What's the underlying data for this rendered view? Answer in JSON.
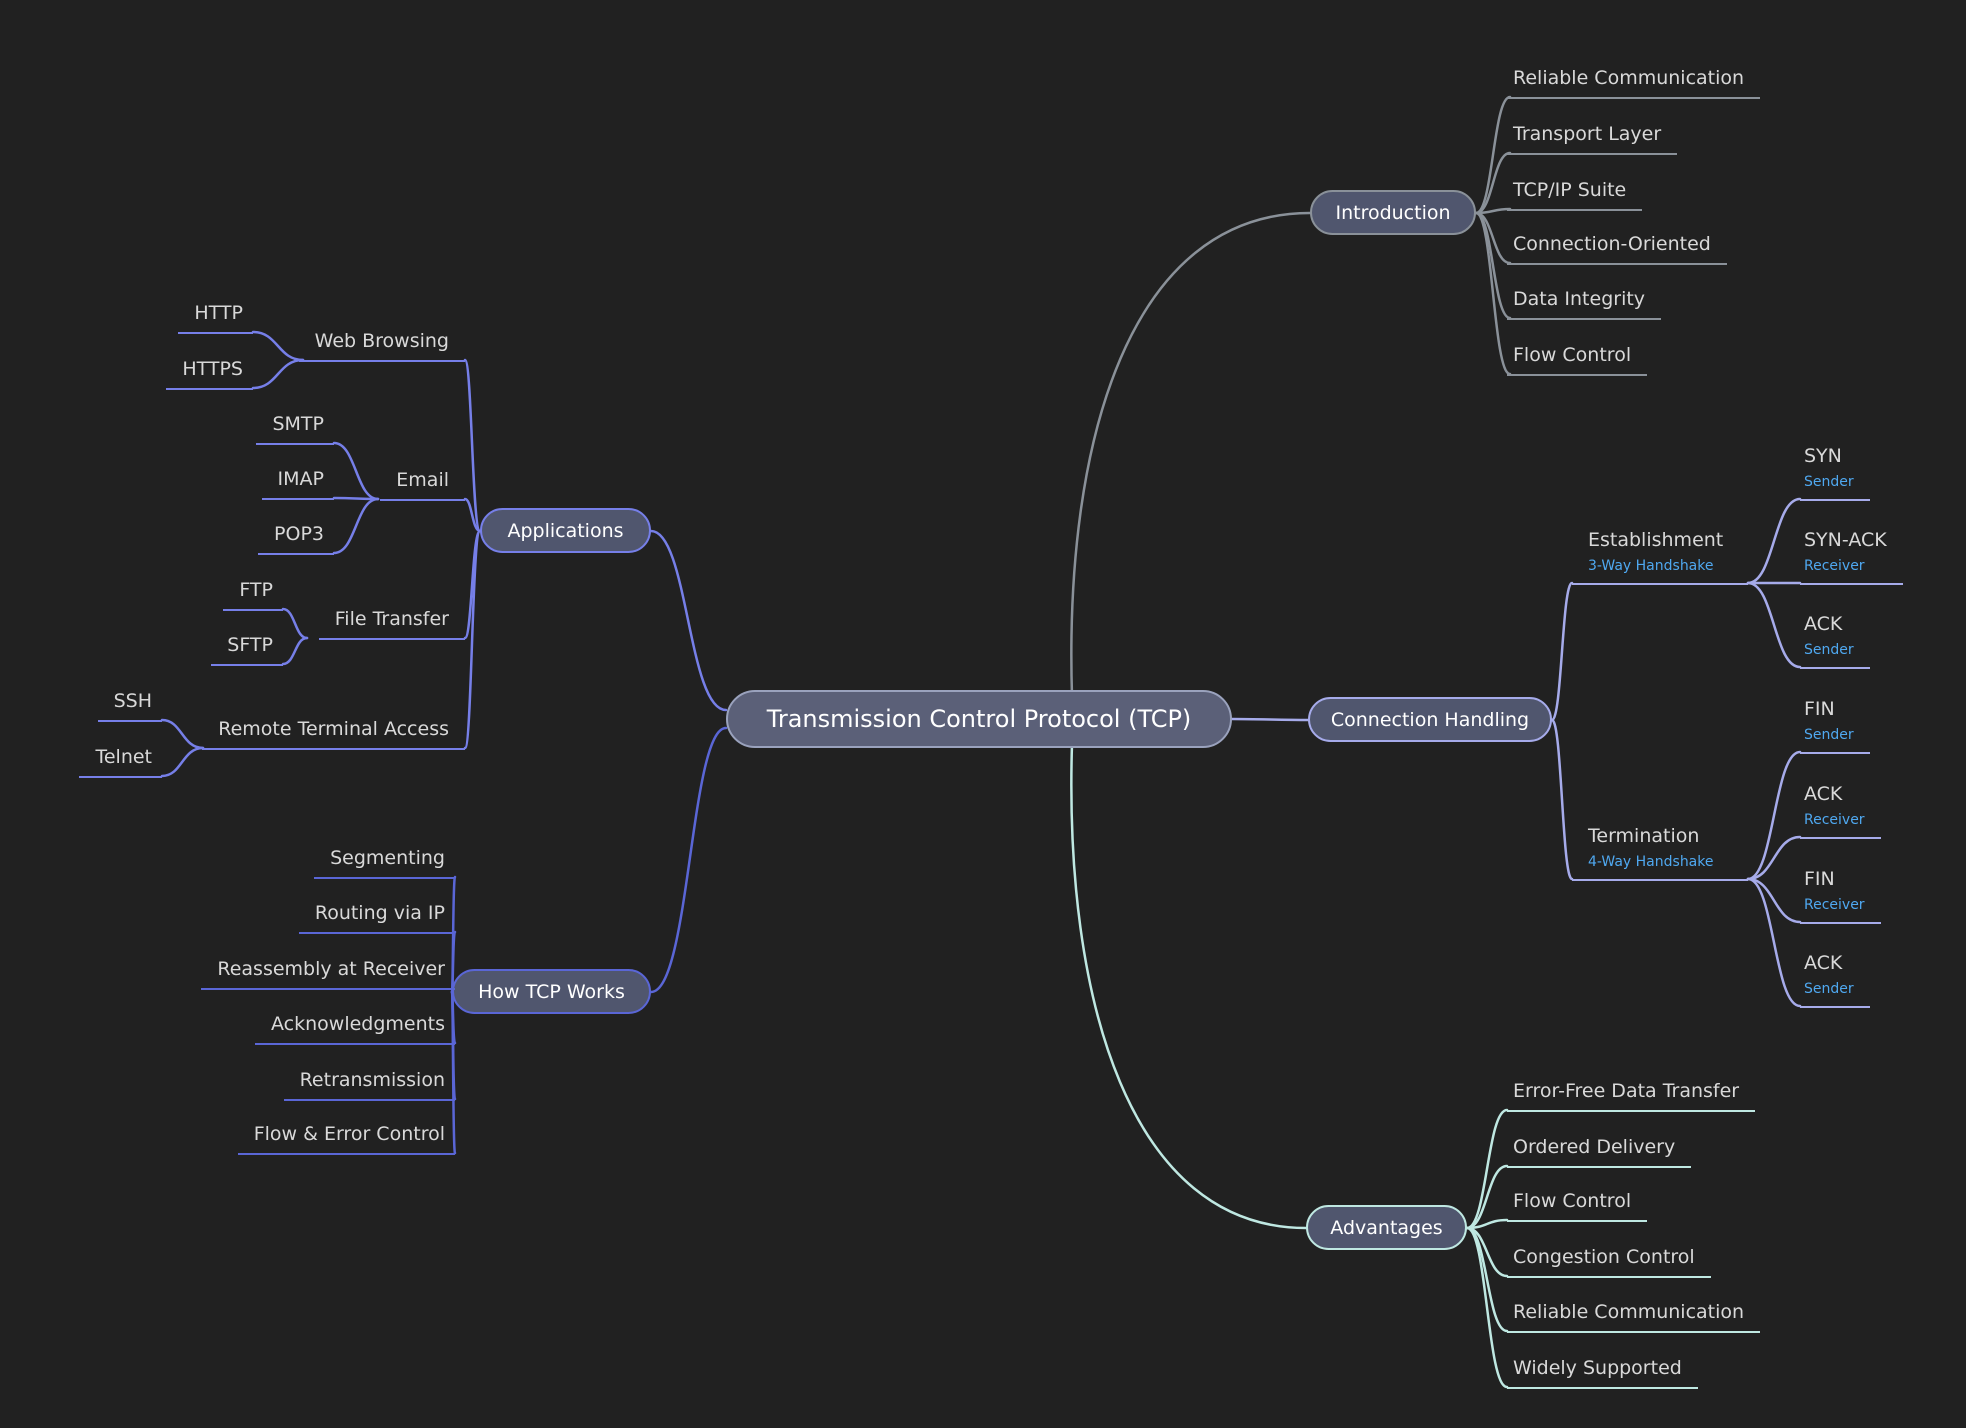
{
  "title": "Transmission Control Protocol (TCP)",
  "colors": {
    "background": "#212121",
    "introduction": "#8a9199",
    "connection_handling": "#a6abea",
    "advantages": "#bfe8e2",
    "applications": "#767fe8",
    "how_tcp_works": "#5a66d6",
    "sublabel_blue": "#4fa8f0",
    "node_fill": "#50566e",
    "root_fill": "#5b6078"
  },
  "branches": {
    "introduction": {
      "label": "Introduction",
      "items": [
        "Reliable Communication",
        "Transport Layer",
        "TCP/IP Suite",
        "Connection-Oriented",
        "Data Integrity",
        "Flow Control"
      ]
    },
    "connection_handling": {
      "label": "Connection Handling",
      "establishment": {
        "label": "Establishment",
        "sublabel": "3-Way Handshake",
        "steps": [
          {
            "label": "SYN",
            "sublabel": "Sender"
          },
          {
            "label": "SYN-ACK",
            "sublabel": "Receiver"
          },
          {
            "label": "ACK",
            "sublabel": "Sender"
          }
        ]
      },
      "termination": {
        "label": "Termination",
        "sublabel": "4-Way Handshake",
        "steps": [
          {
            "label": "FIN",
            "sublabel": "Sender"
          },
          {
            "label": "ACK",
            "sublabel": "Receiver"
          },
          {
            "label": "FIN",
            "sublabel": "Receiver"
          },
          {
            "label": "ACK",
            "sublabel": "Sender"
          }
        ]
      }
    },
    "advantages": {
      "label": "Advantages",
      "items": [
        "Error-Free Data Transfer",
        "Ordered Delivery",
        "Flow Control",
        "Congestion Control",
        "Reliable Communication",
        "Widely Supported"
      ]
    },
    "applications": {
      "label": "Applications",
      "groups": [
        {
          "label": "Web Browsing",
          "items": [
            "HTTP",
            "HTTPS"
          ]
        },
        {
          "label": "Email",
          "items": [
            "SMTP",
            "IMAP",
            "POP3"
          ]
        },
        {
          "label": "File Transfer",
          "items": [
            "FTP",
            "SFTP"
          ]
        },
        {
          "label": "Remote Terminal Access",
          "items": [
            "SSH",
            "Telnet"
          ]
        }
      ]
    },
    "how_tcp_works": {
      "label": "How TCP Works",
      "items": [
        "Segmenting",
        "Routing via IP",
        "Reassembly at Receiver",
        "Acknowledgments",
        "Retransmission",
        "Flow & Error Control"
      ]
    }
  }
}
